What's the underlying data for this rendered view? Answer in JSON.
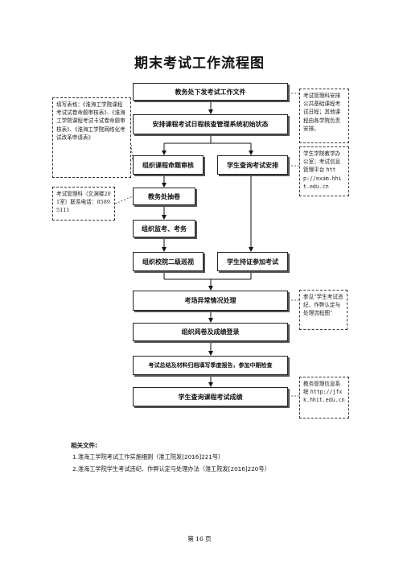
{
  "title": "期末考试工作流程图",
  "nodes": {
    "n1": "教务处下发考试工作文件",
    "n2": "安排课程考试日程核查管理系统初始状态",
    "n3": "组织课程命题审核",
    "n4": "学生查询考试安排",
    "n5": "教务处抽卷",
    "n6": "组织监考、考务",
    "n7": "组织校院二级巡视",
    "n8": "学生持证参加考试",
    "n9": "考场异常情况处理",
    "n10": "组织阅卷及成绩登录",
    "n11": "考试总结及材料归档填写季度报告，参加中期检查",
    "n12": "学生查询课程考试成绩"
  },
  "notes": {
    "left1": "填写表格：《淮海工学院课程考试试卷命题审核表》、《淮海工学院课程考试卡试卷命题审核表》、《淮海工学院网络化考试改革申请表》",
    "left2": "考试管理科（文渊楼201室）联系电话：85895111",
    "right1": "考试管理科安排公共基础课程考试日程；其他课程由各学院负责安排。",
    "right2_text": "学生学院教学办公室；考试信息管理平台",
    "right2_url": "http://exam.hhit.edu.cn",
    "right3": "参见“学生考试违纪、作弊认定与处理流程图”",
    "right4_text": "教务管理信息系统",
    "right4_url": "http://jfxk.hhit.edu.cn"
  },
  "related": {
    "heading": "相关文件:",
    "items": [
      "1.淮海工学院考试工作实施细则（淮工院发[2016]221号）",
      "2.淮海工学院学生考试违纪、作弊认定与处理办法（淮工院发[2016]220号）"
    ]
  },
  "footer": "第 16 页"
}
